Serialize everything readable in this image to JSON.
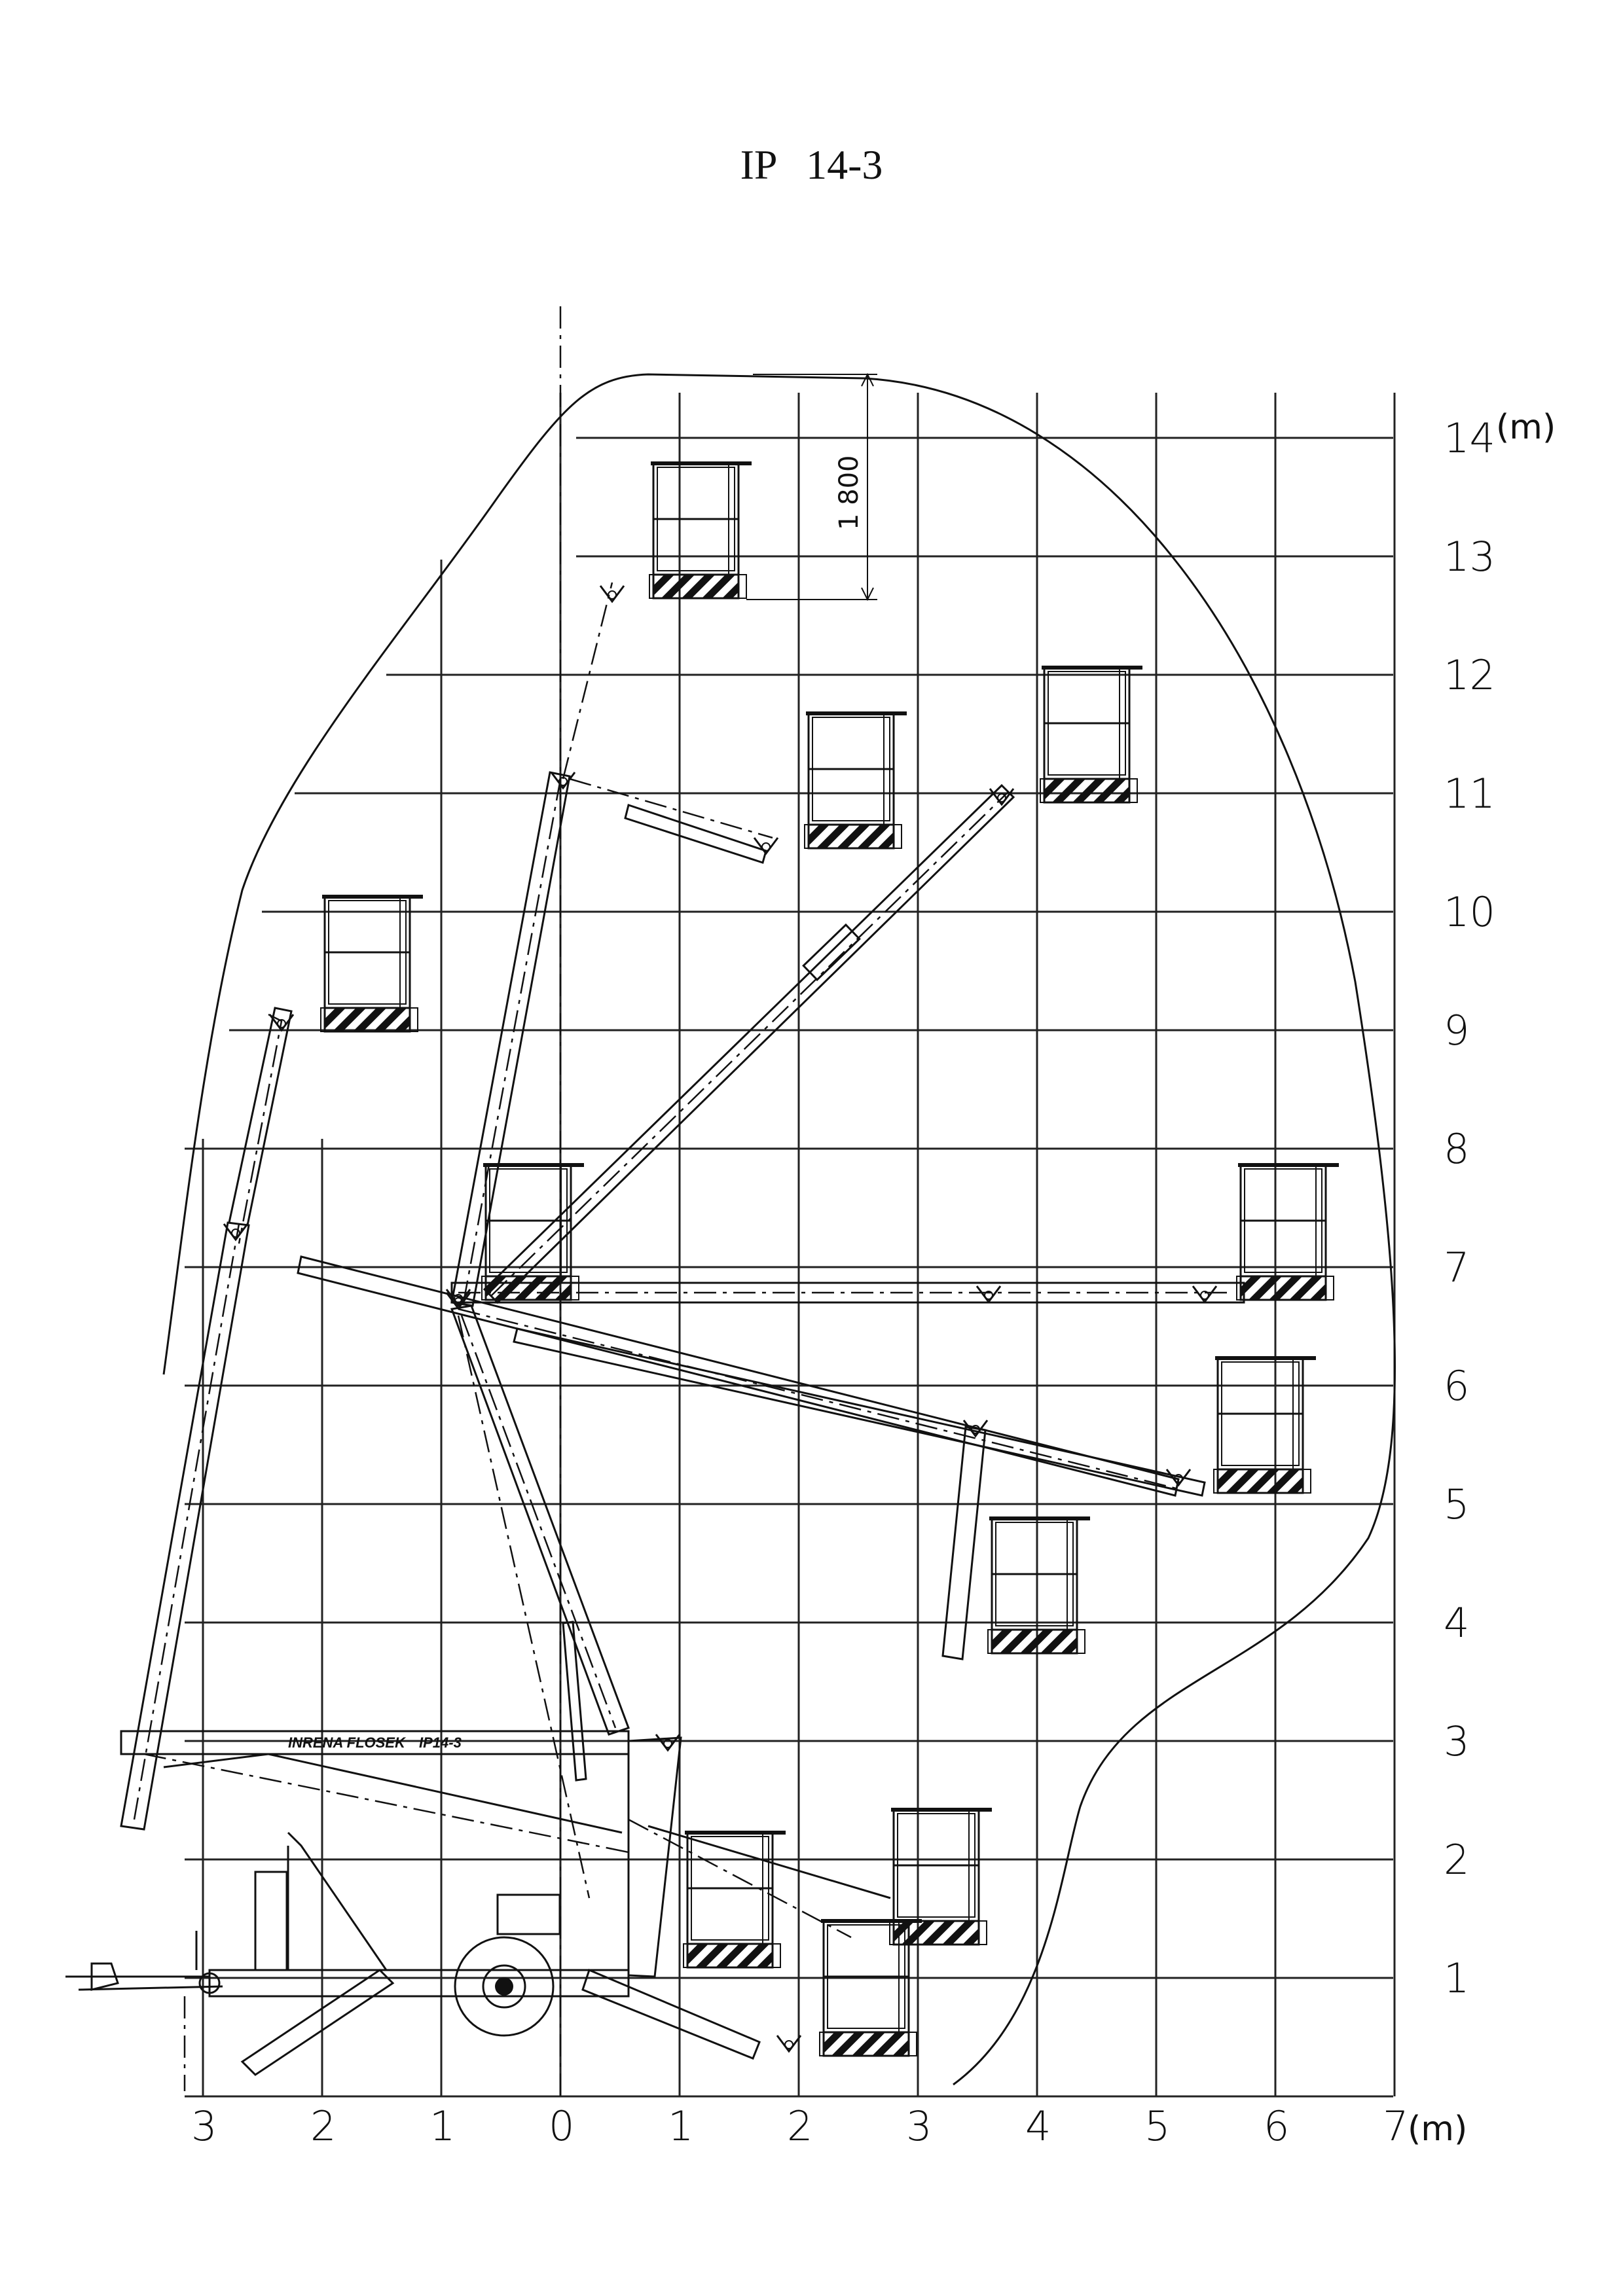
{
  "title": "IP 14-3",
  "x_axis": {
    "labels": [
      "3",
      "2",
      "1",
      "0",
      "1",
      "2",
      "3",
      "4",
      "5",
      "6",
      "7"
    ],
    "unit": "(m)"
  },
  "y_axis": {
    "labels": [
      "1",
      "2",
      "3",
      "4",
      "5",
      "6",
      "7",
      "8",
      "9",
      "10",
      "11",
      "12",
      "13",
      "14"
    ],
    "unit": "(m)"
  },
  "dimension": {
    "value": "1 800"
  },
  "machine_label": {
    "brand": "INRENA FLOSEK",
    "model": "IP14-3"
  }
}
